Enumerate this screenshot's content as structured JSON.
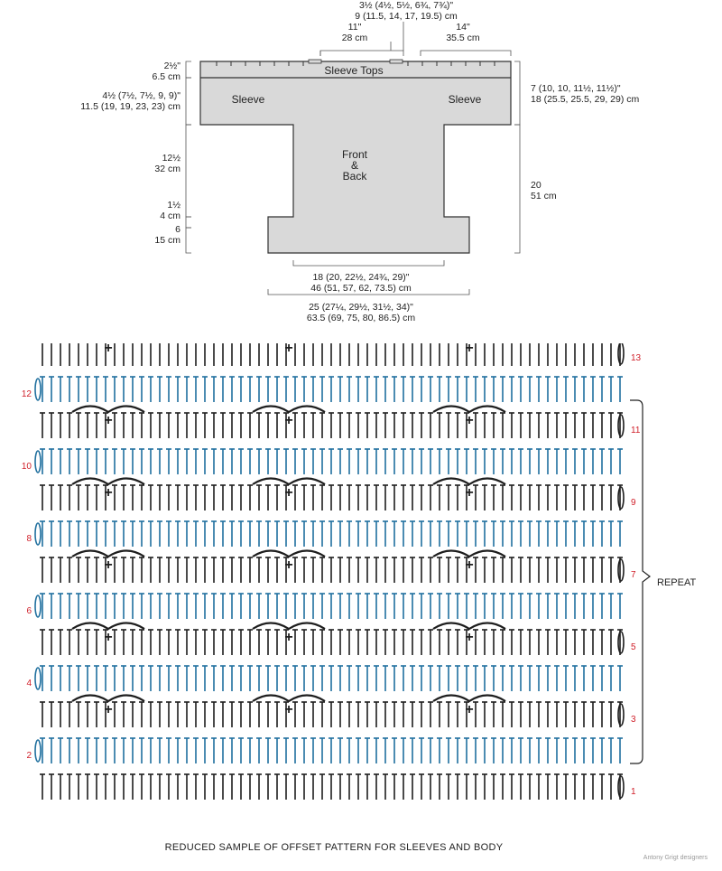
{
  "schematic": {
    "labels": {
      "sleeve_tops": "Sleeve Tops",
      "sleeve_left": "Sleeve",
      "sleeve_right": "Sleeve",
      "front_1": "Front",
      "front_2": "&",
      "front_3": "Back"
    },
    "dims": {
      "top_a1": "3½ (4½, 5½, 6¾, 7¾)\"",
      "top_a2": "9 (11.5, 14, 17, 19.5) cm",
      "top_b1": "11\"",
      "top_b2": "28 cm",
      "top_c1": "14\"",
      "top_c2": "35.5 cm",
      "left_1a": "2½\"",
      "left_1b": "6.5 cm",
      "left_2a": "4½ (7½, 7½, 9, 9)\"",
      "left_2b": "11.5 (19, 19, 23, 23) cm",
      "left_3a": "12½",
      "left_3b": "32 cm",
      "left_4a": "1½",
      "left_4b": "4 cm",
      "left_5a": "6",
      "left_5b": "15 cm",
      "right_1a": "7 (10, 10, 11½, 11½)\"",
      "right_1b": "18 (25.5, 25.5, 29, 29) cm",
      "right_2a": "20",
      "right_2b": "51 cm",
      "bottom_1a": "18 (20, 22½, 24¾, 29)\"",
      "bottom_1b": "46 (51, 57, 62, 73.5) cm",
      "bottom_2a": "25 (27¼, 29½, 31½, 34)\"",
      "bottom_2b": "63.5 (69, 75, 80, 86.5) cm"
    }
  },
  "chart": {
    "rows": [
      "1",
      "2",
      "3",
      "4",
      "5",
      "6",
      "7",
      "8",
      "9",
      "10",
      "11",
      "12",
      "13"
    ],
    "repeat_label": "REPEAT",
    "colors": {
      "odd": "#1e1e1e",
      "even": "#1f6f9e",
      "row_number": "#d0202a"
    },
    "symbols": [
      "double-crochet",
      "chain-arc",
      "single-crochet",
      "turning-chain"
    ]
  },
  "caption": "REDUCED SAMPLE OF OFFSET PATTERN FOR SLEEVES AND BODY",
  "credit": "Antony Grigt designers"
}
